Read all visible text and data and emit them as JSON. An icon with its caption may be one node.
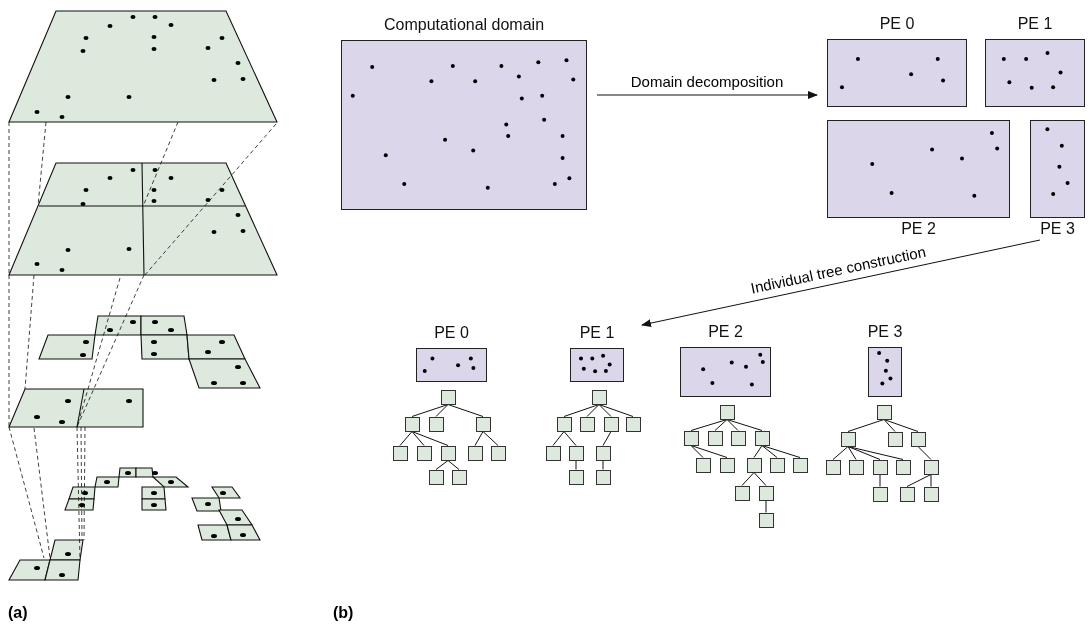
{
  "diagram": {
    "nodes": [
      {
        "text": [
          "Computational domain"
        ]
      },
      {
        "text": [
          "PE 0"
        ]
      },
      {
        "text": [
          "PE 1"
        ]
      },
      {
        "text": [
          "PE 2"
        ]
      },
      {
        "text": [
          "PE 3"
        ]
      },
      {
        "text": [
          "PE 0"
        ]
      },
      {
        "text": [
          "PE 1"
        ]
      },
      {
        "text": [
          "PE 2"
        ]
      },
      {
        "text": [
          "PE 3"
        ]
      },
      {
        "text": [],
        "shape": "box"
      },
      {
        "text": [],
        "shape": "box"
      },
      {
        "text": [],
        "shape": "box"
      },
      {
        "text": [],
        "shape": "box"
      },
      {
        "text": [],
        "shape": "box"
      },
      {
        "text": [],
        "shape": "box"
      },
      {
        "text": [],
        "shape": "box"
      },
      {
        "text": [],
        "shape": "box"
      },
      {
        "text": [],
        "shape": "box"
      },
      {
        "text": [],
        "shape": "box"
      },
      {
        "text": [],
        "shape": "box"
      },
      {
        "text": [],
        "shape": "box"
      },
      {
        "text": [],
        "shape": "box"
      },
      {
        "text": [],
        "shape": "box"
      },
      {
        "text": [],
        "shape": "box"
      },
      {
        "text": [],
        "shape": "box"
      },
      {
        "text": [],
        "shape": "box"
      },
      {
        "text": [],
        "shape": "box"
      },
      {
        "text": [],
        "shape": "box"
      },
      {
        "text": [],
        "shape": "box"
      },
      {
        "text": [],
        "shape": "box"
      },
      {
        "text": [],
        "shape": "box"
      },
      {
        "text": [],
        "shape": "box"
      },
      {
        "text": [],
        "shape": "box"
      },
      {
        "text": [],
        "shape": "box"
      },
      {
        "text": [],
        "shape": "box"
      },
      {
        "text": [],
        "shape": "box"
      },
      {
        "text": [],
        "shape": "box"
      },
      {
        "text": [],
        "shape": "box"
      },
      {
        "text": [],
        "shape": "box"
      },
      {
        "text": [],
        "shape": "box"
      },
      {
        "text": [],
        "shape": "box"
      },
      {
        "text": [],
        "shape": "box"
      },
      {
        "text": [],
        "shape": "box"
      },
      {
        "text": [],
        "shape": "box"
      },
      {
        "text": [],
        "shape": "box"
      },
      {
        "text": [],
        "shape": "box"
      },
      {
        "text": [],
        "shape": "box"
      },
      {
        "text": [],
        "shape": "box"
      },
      {
        "text": [],
        "shape": "box"
      },
      {
        "text": [],
        "shape": "box"
      },
      {
        "text": [],
        "shape": "box"
      },
      {
        "text": [],
        "shape": "box"
      },
      {
        "text": [],
        "shape": "box"
      },
      {
        "text": [],
        "shape": "box"
      },
      {
        "text": [],
        "shape": "box"
      }
    ],
    "edges": [
      {
        "from": 0,
        "to": 1,
        "arrow": "to",
        "label": "Domain decomposition"
      },
      {
        "from": 4,
        "to": null,
        "arrow": "to",
        "label": "Individual tree construction"
      },
      {
        "from": 9,
        "to": 10,
        "arrow": "none"
      },
      {
        "from": 9,
        "to": 11,
        "arrow": "none"
      },
      {
        "from": 9,
        "to": 12,
        "arrow": "none"
      },
      {
        "from": 10,
        "to": 13,
        "arrow": "none"
      },
      {
        "from": 10,
        "to": 14,
        "arrow": "none"
      },
      {
        "from": 10,
        "to": 15,
        "arrow": "none"
      },
      {
        "from": 12,
        "to": 16,
        "arrow": "none"
      },
      {
        "from": 12,
        "to": 17,
        "arrow": "none"
      },
      {
        "from": 15,
        "to": 18,
        "arrow": "none"
      },
      {
        "from": 15,
        "to": 19,
        "arrow": "none"
      },
      {
        "from": 20,
        "to": 21,
        "arrow": "none"
      },
      {
        "from": 20,
        "to": 22,
        "arrow": "none"
      },
      {
        "from": 20,
        "to": 23,
        "arrow": "none"
      },
      {
        "from": 20,
        "to": 24,
        "arrow": "none"
      },
      {
        "from": 21,
        "to": 25,
        "arrow": "none"
      },
      {
        "from": 21,
        "to": 26,
        "arrow": "none"
      },
      {
        "from": 23,
        "to": 27,
        "arrow": "none"
      },
      {
        "from": 26,
        "to": 28,
        "arrow": "none"
      },
      {
        "from": 27,
        "to": 29,
        "arrow": "none"
      },
      {
        "from": 30,
        "to": 31,
        "arrow": "none"
      },
      {
        "from": 30,
        "to": 32,
        "arrow": "none"
      },
      {
        "from": 30,
        "to": 33,
        "arrow": "none"
      },
      {
        "from": 30,
        "to": 34,
        "arrow": "none"
      },
      {
        "from": 31,
        "to": 35,
        "arrow": "none"
      },
      {
        "from": 31,
        "to": 36,
        "arrow": "none"
      },
      {
        "from": 34,
        "to": 37,
        "arrow": "none"
      },
      {
        "from": 34,
        "to": 38,
        "arrow": "none"
      },
      {
        "from": 34,
        "to": 39,
        "arrow": "none"
      },
      {
        "from": 37,
        "to": 40,
        "arrow": "none"
      },
      {
        "from": 37,
        "to": 41,
        "arrow": "none"
      },
      {
        "from": 41,
        "to": 42,
        "arrow": "none"
      },
      {
        "from": 43,
        "to": 44,
        "arrow": "none"
      },
      {
        "from": 43,
        "to": 45,
        "arrow": "none"
      },
      {
        "from": 43,
        "to": 46,
        "arrow": "none"
      },
      {
        "from": 44,
        "to": 47,
        "arrow": "none"
      },
      {
        "from": 44,
        "to": 48,
        "arrow": "none"
      },
      {
        "from": 44,
        "to": 49,
        "arrow": "none"
      },
      {
        "from": 44,
        "to": 50,
        "arrow": "none"
      },
      {
        "from": 49,
        "to": 52,
        "arrow": "none"
      },
      {
        "from": 46,
        "to": 51,
        "arrow": "none"
      },
      {
        "from": 51,
        "to": 53,
        "arrow": "none"
      },
      {
        "from": 51,
        "to": 54,
        "arrow": "none"
      }
    ],
    "labels": [
      "(a)",
      "(b)"
    ]
  }
}
